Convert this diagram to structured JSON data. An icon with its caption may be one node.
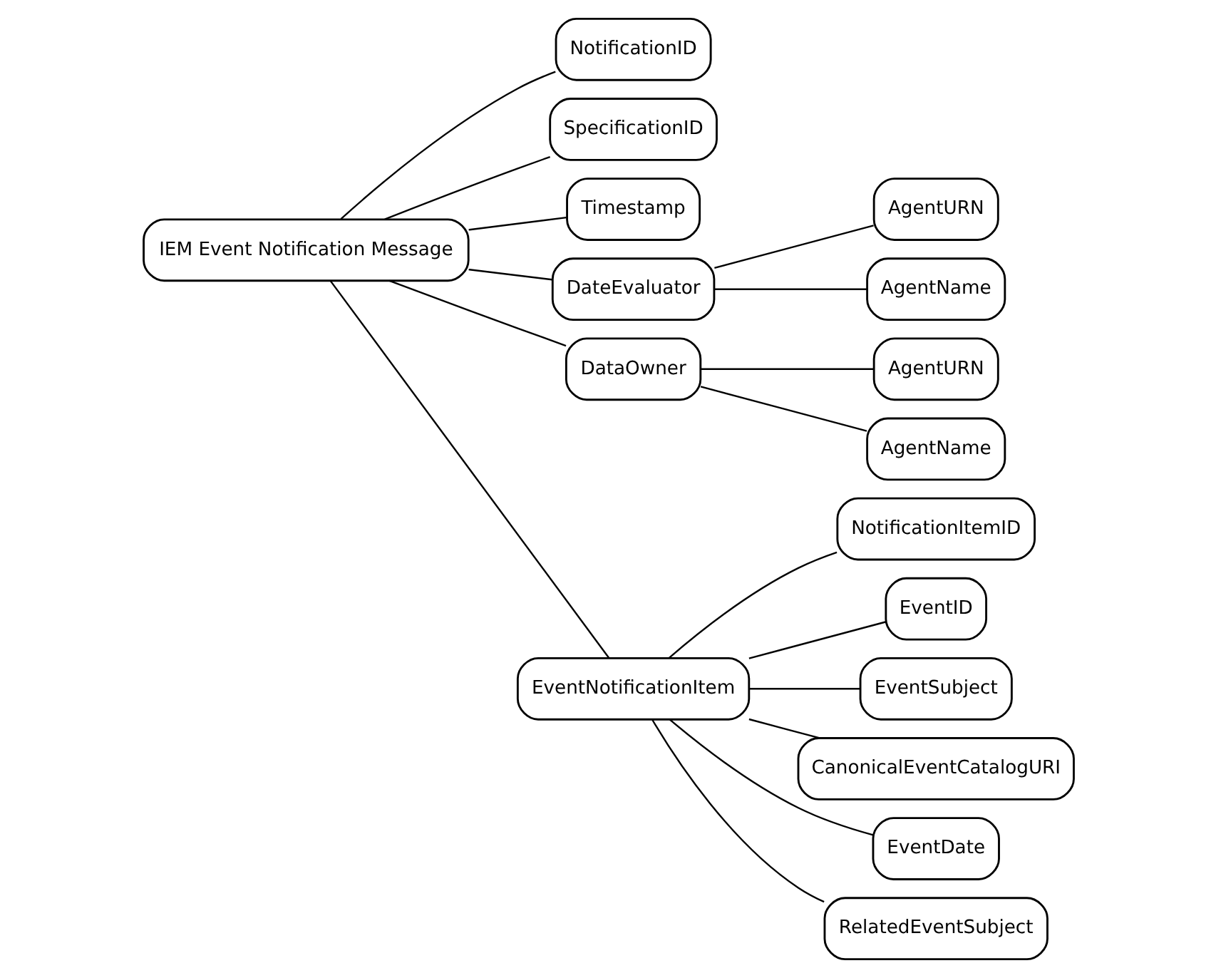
{
  "diagram": {
    "nodes": [
      {
        "text": [
          "IEM Event Notification Message"
        ]
      },
      {
        "text": [
          "NotificationID"
        ]
      },
      {
        "text": [
          "SpecificationID"
        ]
      },
      {
        "text": [
          "Timestamp"
        ]
      },
      {
        "text": [
          "DateEvaluator"
        ]
      },
      {
        "text": [
          "AgentURN"
        ]
      },
      {
        "text": [
          "AgentName"
        ]
      },
      {
        "text": [
          "DataOwner"
        ]
      },
      {
        "text": [
          "AgentURN"
        ]
      },
      {
        "text": [
          "AgentName"
        ]
      },
      {
        "text": [
          "EventNotificationItem"
        ]
      },
      {
        "text": [
          "NotificationItemID"
        ]
      },
      {
        "text": [
          "EventID"
        ]
      },
      {
        "text": [
          "EventSubject"
        ]
      },
      {
        "text": [
          "CanonicalEventCatalogURI"
        ]
      },
      {
        "text": [
          "EventDate"
        ]
      },
      {
        "text": [
          "RelatedEventSubject"
        ]
      }
    ],
    "edges": [
      {
        "from": 0,
        "to": 1,
        "arrow": "none"
      },
      {
        "from": 0,
        "to": 2,
        "arrow": "none"
      },
      {
        "from": 0,
        "to": 3,
        "arrow": "none"
      },
      {
        "from": 0,
        "to": 4,
        "arrow": "none"
      },
      {
        "from": 4,
        "to": 5,
        "arrow": "none"
      },
      {
        "from": 4,
        "to": 6,
        "arrow": "none"
      },
      {
        "from": 0,
        "to": 7,
        "arrow": "none"
      },
      {
        "from": 7,
        "to": 8,
        "arrow": "none"
      },
      {
        "from": 7,
        "to": 9,
        "arrow": "none"
      },
      {
        "from": 0,
        "to": 10,
        "arrow": "none"
      },
      {
        "from": 10,
        "to": 11,
        "arrow": "none"
      },
      {
        "from": 10,
        "to": 12,
        "arrow": "none"
      },
      {
        "from": 10,
        "to": 13,
        "arrow": "none"
      },
      {
        "from": 10,
        "to": 14,
        "arrow": "none"
      },
      {
        "from": 10,
        "to": 15,
        "arrow": "none"
      },
      {
        "from": 10,
        "to": 16,
        "arrow": "none"
      }
    ]
  }
}
